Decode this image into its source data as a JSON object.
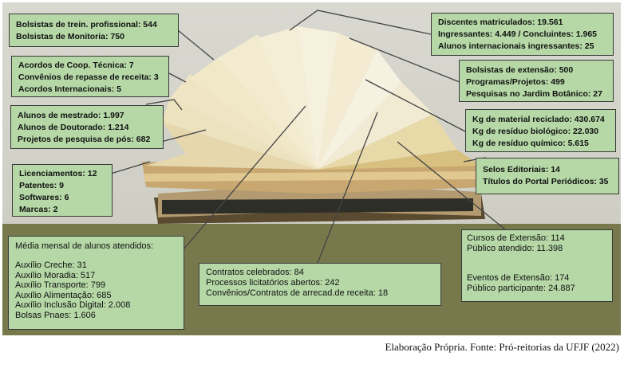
{
  "boxes": {
    "bolsistas": [
      "Bolsistas de trein. profissional: 544",
      "Bolsistas de Monitoria: 750"
    ],
    "acordos": [
      "Acordos de Coop. Técnica: 7",
      "Convênios de repasse de receita: 3",
      "Acordos Internacionais: 5"
    ],
    "pos": [
      "Alunos de mestrado: 1.997",
      "Alunos de Doutorado: 1.214",
      "Projetos de pesquisa de pós: 682"
    ],
    "inovacao": [
      "Licenciamentos: 12",
      "Patentes: 9",
      "Softwares: 6",
      "Marcas: 2"
    ],
    "assistencia": {
      "title": "Média mensal de alunos atendidos:",
      "items": [
        "Auxílio Creche: 31",
        "Auxílio Moradia: 517",
        "Auxílio Transporte: 799",
        "Auxílio Alimentação: 685",
        "Auxílio Inclusão Digital: 2.008",
        "Bolsas Pnaes: 1.606"
      ]
    },
    "contratos": [
      "Contratos celebrados: 84",
      "Processos licitatórios abertos: 242",
      "Convênios/Contratos de arrecad.de receita: 18"
    ],
    "cursos": [
      "Cursos de Extensão: 114",
      "Público atendido: 11.398",
      "Eventos de Extensão: 174",
      "Público participante: 24.887"
    ],
    "discentes": [
      "Discentes matriculados: 19.561",
      "Ingressantes: 4.449 / Concluintes: 1.965",
      "Alunos internacionais ingressantes: 25"
    ],
    "extensao": [
      "Bolsistas de extensão: 500",
      "Programas/Projetos: 499",
      "Pesquisas no Jardim Botânico: 27"
    ],
    "residuos": [
      "Kg de material reciclado: 430.674",
      "Kg de resíduo biológico: 22.030",
      "Kg de resíduo químico: 5.615"
    ],
    "editorial": [
      "Selos Editoriais: 14",
      "Títulos do Portal Periódicos: 35"
    ]
  },
  "caption": "Elaboração Própria. Fonte: Pró-reitorias da UFJF (2022)",
  "colors": {
    "box": "#b5d8a6",
    "ground": "#77784c",
    "background": "#d9d9d1"
  }
}
